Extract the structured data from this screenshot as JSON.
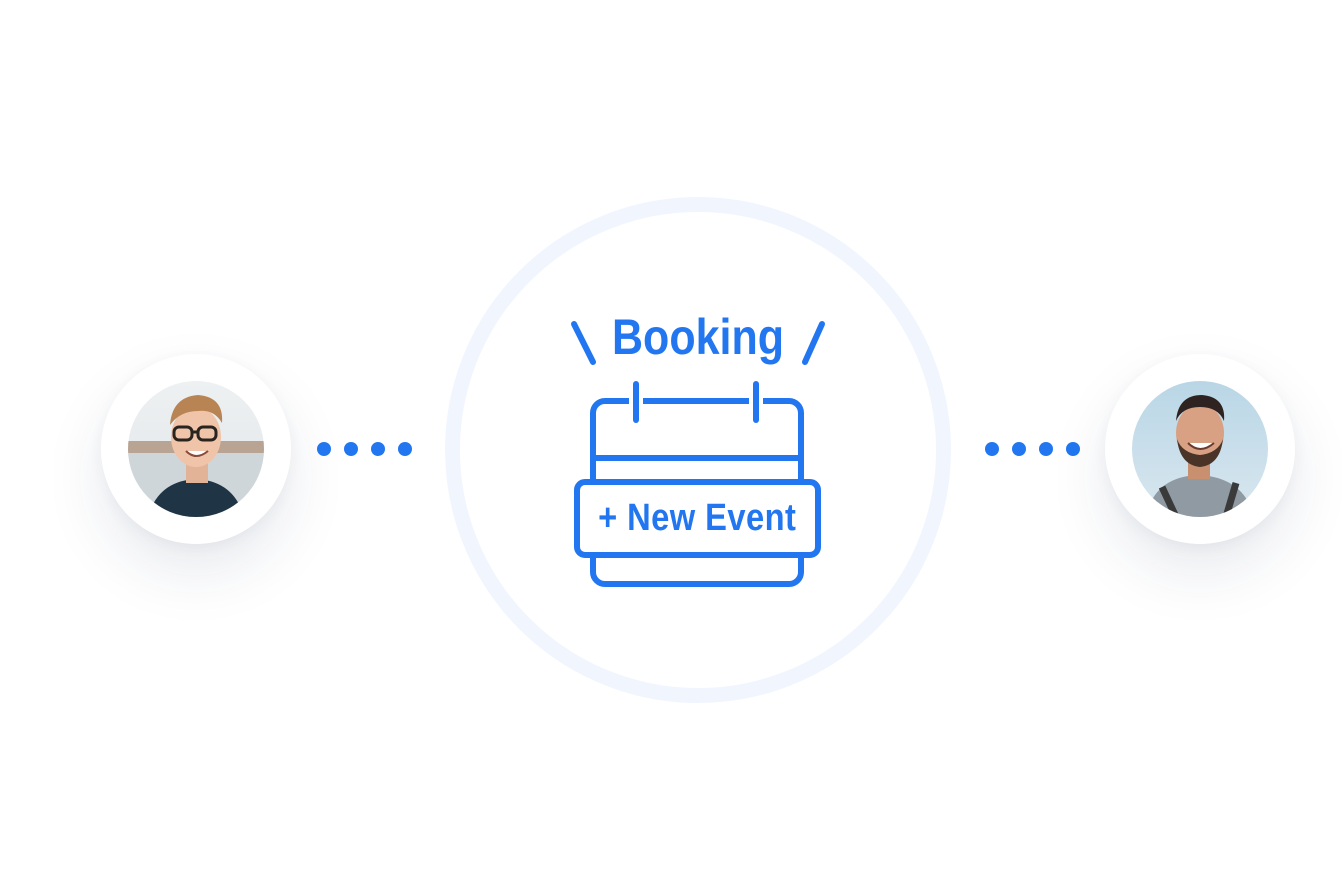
{
  "hub": {
    "title": "Booking",
    "button_label": "+ New Event"
  },
  "participants": [
    {
      "side": "left",
      "icon": "person-avatar"
    },
    {
      "side": "right",
      "icon": "person-avatar"
    }
  ],
  "colors": {
    "accent": "#2277f1",
    "ring": "#f1f6fe",
    "background": "#ffffff"
  }
}
